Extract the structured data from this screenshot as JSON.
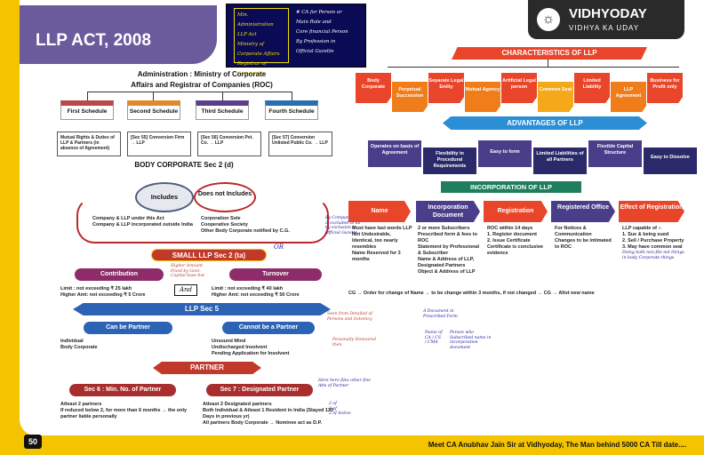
{
  "title": "LLP ACT, 2008",
  "brand": {
    "name": "VIDHYODAY",
    "tagline": "VIDHYA KA UDAY"
  },
  "page_number": "50",
  "footer": "Meet CA Anubhav Jain Sir at Vidhyoday, The Man behind 5000 CA Till date....",
  "note_left": [
    "Min. Administration",
    "LLP Act",
    "Ministry of Corporate Affairs",
    "Registrar of Companies"
  ],
  "note_right": [
    "# CA for Person or",
    "Main Role and",
    "Core financial Person",
    "By Profession in",
    "Official Gazette"
  ],
  "admin": {
    "line1": "Administration : Ministry of Corporate",
    "line2": "Affairs and Registrar of Companies (ROC)"
  },
  "schedules": [
    {
      "name": "First Schedule",
      "desc": "Mutual Rights & Duties of LLP & Partners (in absence of Agreement)"
    },
    {
      "name": "Second Schedule",
      "desc": "[Sec 55] Conversion Firm → LLP"
    },
    {
      "name": "Third Schedule",
      "desc": "[Sec 56] Conversion Pvt. Co. → LLP"
    },
    {
      "name": "Fourth Schedule",
      "desc": "[Sec 57] Conversion Unlisted Public Co. → LLP"
    }
  ],
  "body_corp": {
    "title": "BODY CORPORATE Sec 2 (d)",
    "includes": "Includes",
    "not_includes": "Does not Includes",
    "inc_items": [
      "Company & LLP under this Act",
      "Company & LLP incorporated outside India"
    ],
    "not_items": [
      "Corporation Sole",
      "Cooperative Society",
      "Other Body Corporate notified by C.G."
    ],
    "note": "By Company with is excluded to its by exclusion in Official Gazette"
  },
  "small_llp": {
    "title": "SMALL LLP  Sec 2 (ta)",
    "contribution": "Contribution",
    "turnover": "Turnover",
    "and": "And",
    "or": "OR",
    "contrib_lines": [
      "Limit : not exceeding ₹ 25 lakh",
      "Higher Amt: not exceeding ₹ 5 Crore"
    ],
    "turnover_lines": [
      "Limit : not exceeding ₹ 40 lakh",
      "Higher Amt: not exceeding ₹ 50 Crore"
    ],
    "note": "Higher Amount Fixed by Govt. Capital base but"
  },
  "llp_sec5": {
    "title": "LLP  Sec 5",
    "can": "Can be Partner",
    "cannot": "Cannot be a Partner",
    "can_items": [
      "Individual",
      "Body Corporate"
    ],
    "cannot_items": [
      "Unsound Mind",
      "Undischarged Insolvent",
      "Pending Application for Insolvent"
    ],
    "note": "Seen from Detailed of Persons and Solvency",
    "note2": "Personally Honoured then"
  },
  "partner": {
    "title": "PARTNER",
    "sec6": "Sec 6 : Min. No. of Partner",
    "sec7": "Sec 7 : Designated Partner",
    "sec6_items": [
      "Atleast 2 partners",
      "If reduced below 2, for more than 6 months → the only partner liable personally"
    ],
    "sec7_items": [
      "Atleast 2 Designated partners",
      "Both Individual & Atleast 1 Resident in India (Stayed 120 Days in previous yr)",
      "All partners Body Corporate → Nominee act as D.P."
    ],
    "note": "Here here files other fine Atts of Partner",
    "note2": [
      "2 of",
      "2 of",
      "2 of Active"
    ]
  },
  "characteristics": {
    "title": "CHARACTERISTICS OF LLP",
    "items": [
      {
        "label": "Body Corporate",
        "color": "#e8452a"
      },
      {
        "label": "Perpetual Succession",
        "color": "#f07d1a"
      },
      {
        "label": "Separate Legal Entity",
        "color": "#e8452a"
      },
      {
        "label": "Mutual Agency",
        "color": "#f07d1a"
      },
      {
        "label": "Artificial Legal person",
        "color": "#e8452a"
      },
      {
        "label": "Common Seal",
        "color": "#f5a81a"
      },
      {
        "label": "Limited Liability",
        "color": "#e8452a"
      },
      {
        "label": "LLP Agreement",
        "color": "#f07d1a"
      },
      {
        "label": "Business for Profit only",
        "color": "#e8452a"
      }
    ]
  },
  "advantages": {
    "title": "ADVANTAGES OF LLP",
    "items": [
      "Operates on basis of Agreement",
      "Flexibility in Procedural Requirements",
      "Easy to form",
      "Limited Liabilities of all Partners",
      "Flexible Capital Structure",
      "Easy to Dissolve"
    ]
  },
  "incorporation": {
    "title": "INCORPORATION OF LLP",
    "steps": [
      {
        "head": "Name",
        "items": [
          "Must have last words LLP",
          "Not Undesirable, Identical, too nearly resembles",
          "Name Reserved for 3 months"
        ]
      },
      {
        "head": "Incorporation Document",
        "items": [
          "2 or more Subscribers",
          "Prescribed form & fees to ROC",
          "Statement by Professional & Subscriber",
          "Name & Address of LLP, Designated Partners",
          "Object & Address of LLP"
        ]
      },
      {
        "head": "Registration",
        "items": [
          "ROC within 14 days",
          "1. Register document",
          "2. Issue Certificate",
          "Certificate is conclusive evidence"
        ]
      },
      {
        "head": "Registered Office",
        "items": [
          "For Notices & Communication",
          "Changes to be intimated to ROC"
        ]
      },
      {
        "head": "Effect of Registration",
        "items": [
          "LLP capable of :-",
          "1. Sue & being sued",
          "2. Sell / Purchase Property",
          "3. May have common seal",
          "Doing both non-fits not things in body Corporate things"
        ]
      }
    ],
    "footnote": "CG → Order for change of Name → to be change within 3 months, if not changed → CG → Allot new name",
    "handnote": [
      "A Document in Prescribed Form",
      "Name of CA / CS / CMA",
      "Person who Subscribed name in incorporation document"
    ]
  }
}
